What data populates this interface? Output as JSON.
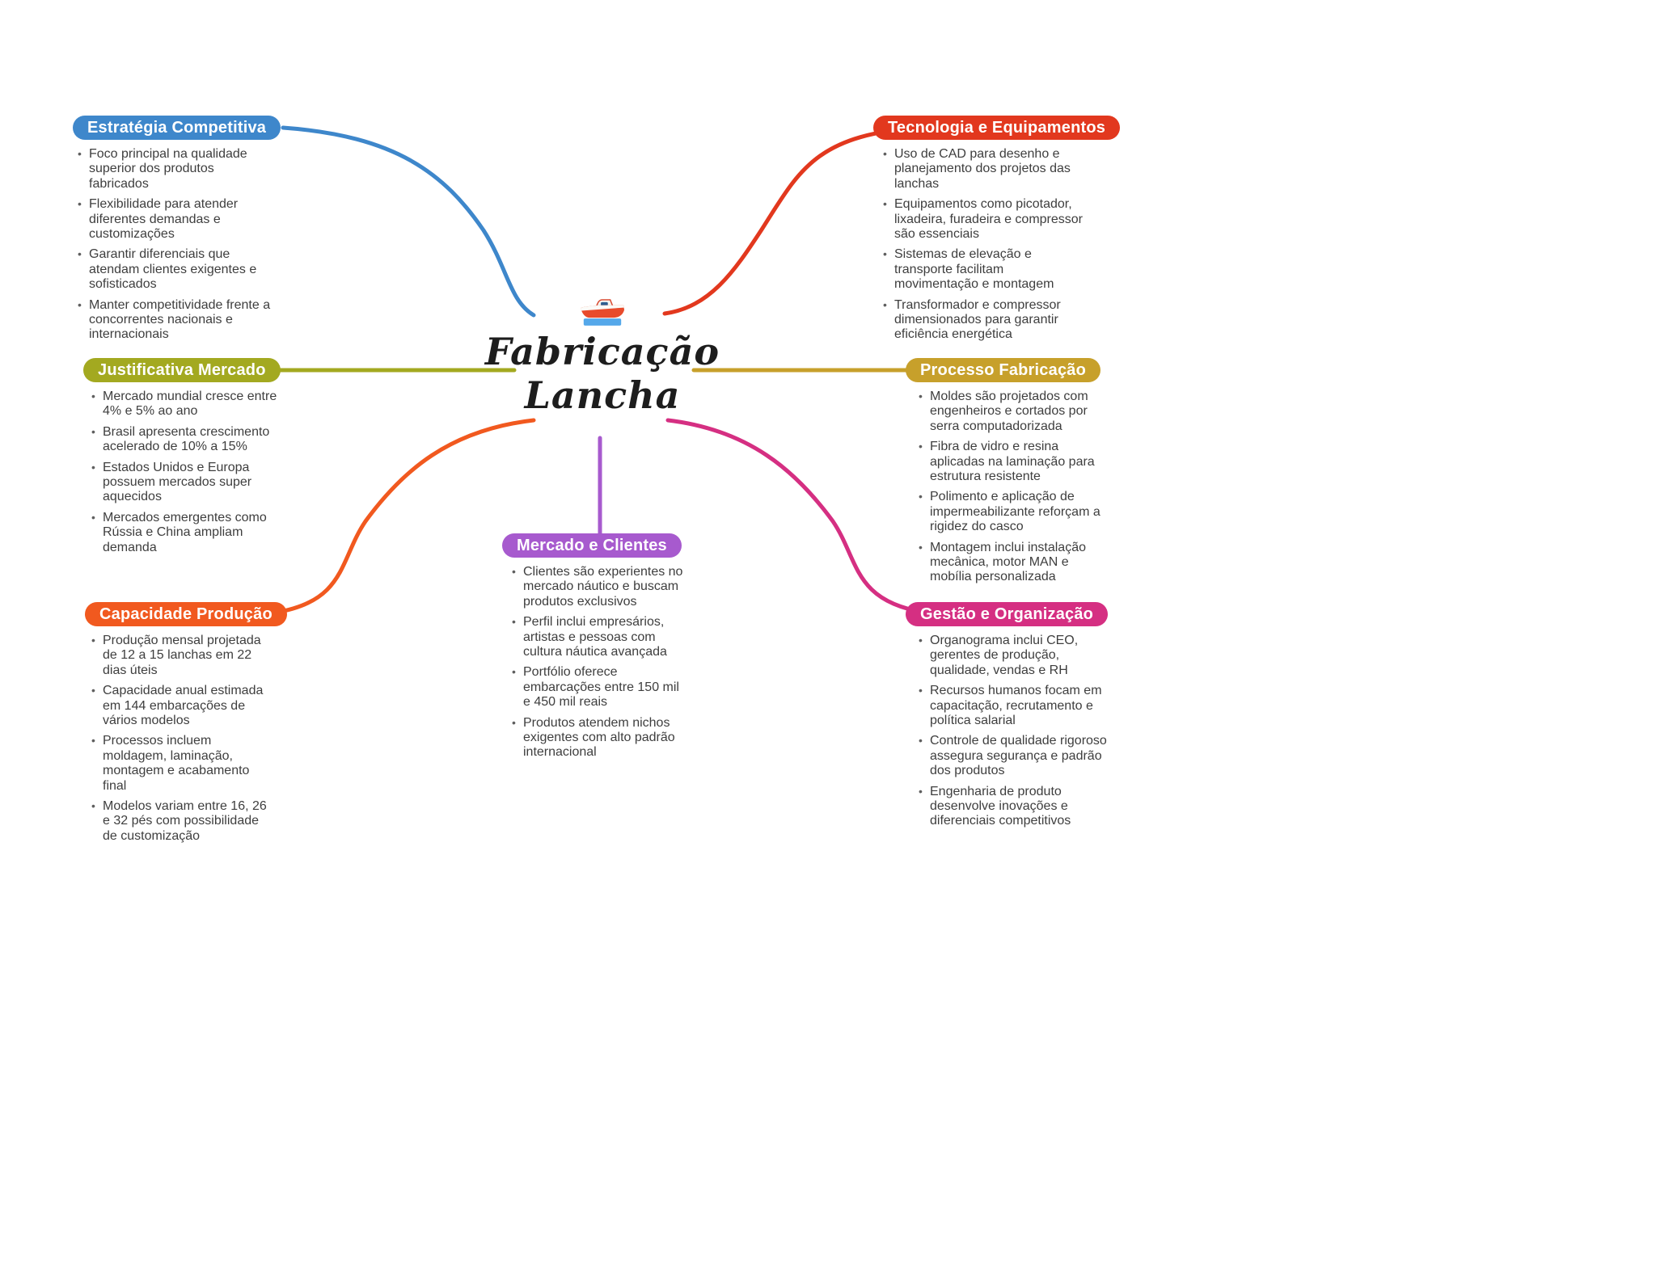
{
  "page": {
    "background": "#ffffff"
  },
  "center": {
    "title_line1": "Fabricação",
    "title_line2": "Lancha",
    "icon": "speedboat"
  },
  "branches": [
    {
      "title": "Estratégia Competitiva",
      "color": "#3e87cb",
      "bullets": [
        "Foco principal na qualidade superior dos produtos fabricados",
        "Flexibilidade para atender diferentes demandas e customizações",
        "Garantir diferenciais que atendam clientes exigentes e sofisticados",
        "Manter competitividade frente a concorrentes nacionais e internacionais"
      ]
    },
    {
      "title": "Tecnologia e Equipamentos",
      "color": "#e2381e",
      "bullets": [
        "Uso de CAD para desenho e planejamento dos projetos das lanchas",
        "Equipamentos como picotador, lixadeira, furadeira e compressor são essenciais",
        "Sistemas de elevação e transporte facilitam movimentação e montagem",
        "Transformador e compressor dimensionados para garantir eficiência energética"
      ]
    },
    {
      "title": "Justificativa Mercado",
      "color": "#a3a920",
      "bullets": [
        "Mercado mundial cresce entre 4% e 5% ao ano",
        "Brasil apresenta crescimento acelerado de 10% a 15%",
        "Estados Unidos e Europa possuem mercados super aquecidos",
        "Mercados emergentes como Rússia e China ampliam demanda"
      ]
    },
    {
      "title": "Processo Fabricação",
      "color": "#c7a02b",
      "bullets": [
        "Moldes são projetados com engenheiros e cortados por serra computadorizada",
        "Fibra de vidro e resina aplicadas na laminação para estrutura resistente",
        "Polimento e aplicação de impermeabilizante reforçam a rigidez do casco",
        "Montagem inclui instalação mecânica, motor MAN e mobília personalizada"
      ]
    },
    {
      "title": "Mercado e Clientes",
      "color": "#a75ace",
      "bullets": [
        "Clientes são experientes no mercado náutico e buscam produtos exclusivos",
        "Perfil inclui empresários, artistas e pessoas com cultura náutica avançada",
        "Portfólio oferece embarcações entre 150 mil e 450 mil reais",
        "Produtos atendem nichos exigentes com alto padrão internacional"
      ]
    },
    {
      "title": "Capacidade Produção",
      "color": "#f1591f",
      "bullets": [
        "Produção mensal projetada de 12 a 15 lanchas em 22 dias úteis",
        "Capacidade anual estimada em 144 embarcações de vários modelos",
        "Processos incluem moldagem, laminação, montagem e acabamento final",
        "Modelos variam entre 16, 26 e 32 pés com possibilidade de customização"
      ]
    },
    {
      "title": "Gestão e Organização",
      "color": "#d52f82",
      "bullets": [
        "Organograma inclui CEO, gerentes de produção, qualidade, vendas e RH",
        "Recursos humanos focam em capacitação, recrutamento e política salarial",
        "Controle de qualidade rigoroso assegura segurança e padrão dos produtos",
        "Engenharia de produto desenvolve inovações e diferenciais competitivos"
      ]
    }
  ]
}
